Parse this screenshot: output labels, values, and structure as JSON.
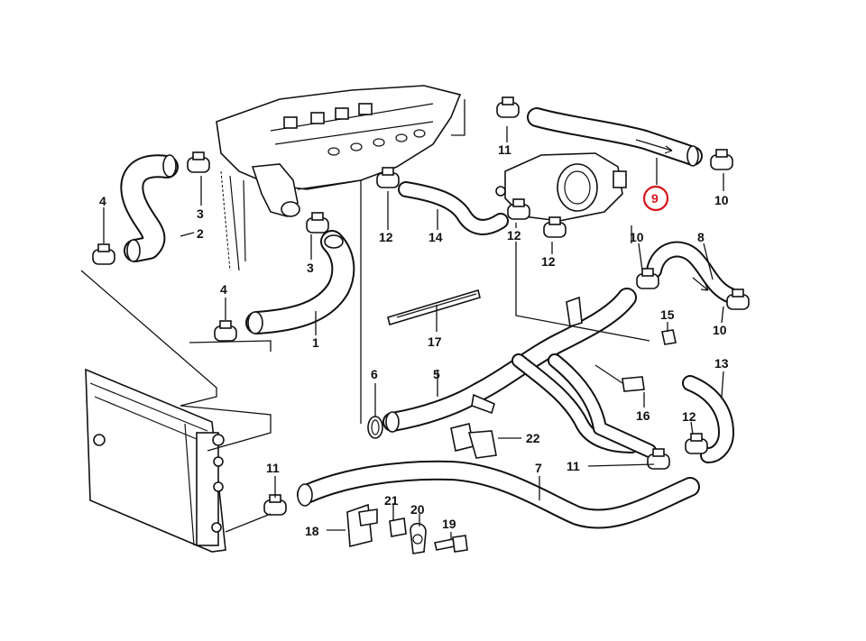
{
  "diagram": {
    "callouts": [
      "1",
      "2",
      "3",
      "3",
      "4",
      "4",
      "5",
      "6",
      "7",
      "8",
      "9",
      "10",
      "10",
      "10",
      "11",
      "11",
      "11",
      "12",
      "12",
      "12",
      "12",
      "13",
      "14",
      "15",
      "16",
      "17",
      "18",
      "19",
      "20",
      "21",
      "22"
    ],
    "highlighted_callout": "9",
    "highlight_color": "#d9141c"
  },
  "labels": {
    "c1": "1",
    "c2": "2",
    "c3a": "3",
    "c3b": "3",
    "c4a": "4",
    "c4b": "4",
    "c5": "5",
    "c6": "6",
    "c7": "7",
    "c8": "8",
    "c9": "9",
    "c10a": "10",
    "c10b": "10",
    "c10c": "10",
    "c11a": "11",
    "c11b": "11",
    "c11c": "11",
    "c12a": "12",
    "c12b": "12",
    "c12c": "12",
    "c12d": "12",
    "c13": "13",
    "c14": "14",
    "c15": "15",
    "c16": "16",
    "c17": "17",
    "c18": "18",
    "c19": "19",
    "c20": "20",
    "c21": "21",
    "c22": "22"
  }
}
